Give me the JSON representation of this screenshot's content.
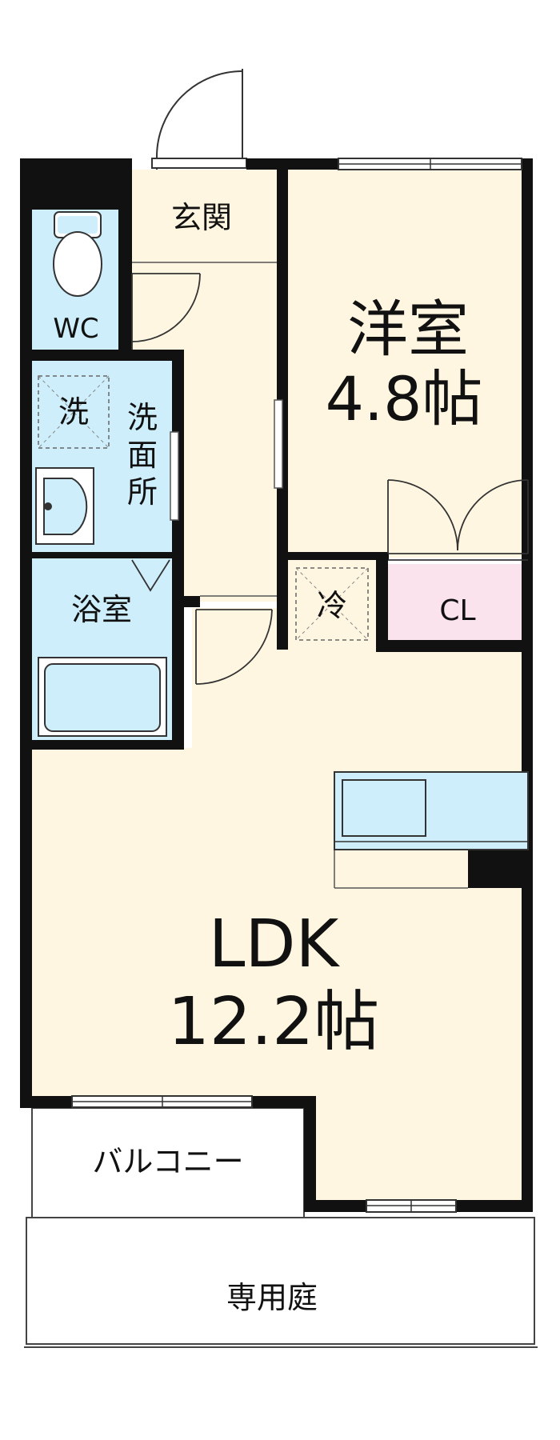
{
  "rooms": {
    "genkan": "玄関",
    "wc": "WC",
    "senmenjo_line1": "洗",
    "senmenjo_line2": "面",
    "senmenjo_line3": "所",
    "washer": "洗",
    "bath": "浴室",
    "fridge": "冷",
    "closet": "CL",
    "western_name": "洋室",
    "western_size": "4.8帖",
    "ldk_name": "LDK",
    "ldk_size": "12.2帖",
    "balcony": "バルコニー",
    "garden": "専用庭"
  },
  "colors": {
    "wall": "#111111",
    "floor": "#fff6e1",
    "wet_area": "#cdeefa",
    "closet": "#fbe3ee",
    "fixture": "#ffffff",
    "line": "#333333"
  }
}
